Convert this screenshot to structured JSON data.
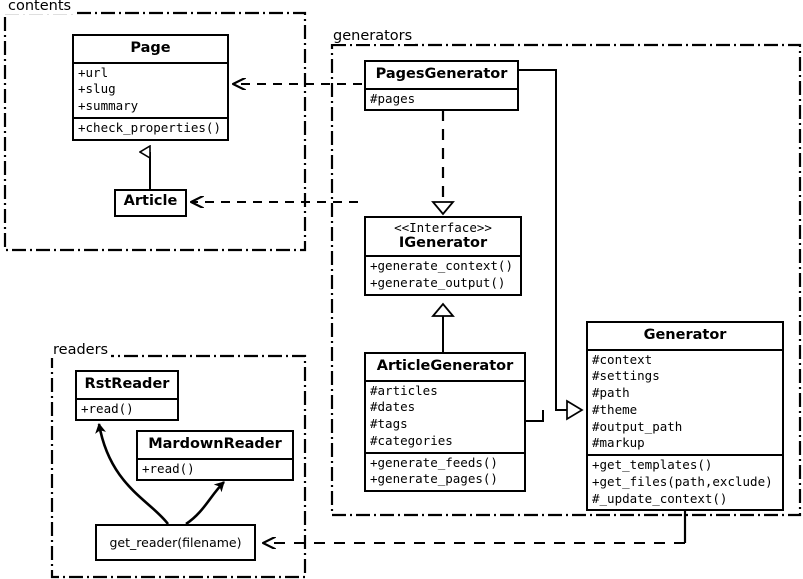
{
  "diagram": {
    "title": "Pelican architecture UML class diagram",
    "type": "uml-class-diagram",
    "stroke_color": "#000000",
    "background_color": "#ffffff"
  },
  "packages": [
    {
      "id": "contents",
      "label": "contents",
      "border_style": "dash-dot"
    },
    {
      "id": "generators",
      "label": "generators",
      "border_style": "dash-dot"
    },
    {
      "id": "readers",
      "label": "readers",
      "border_style": "dash-dot"
    }
  ],
  "classes": {
    "page": {
      "name": "Page",
      "stereotype": "",
      "attributes": [
        "+url",
        "+slug",
        "+summary"
      ],
      "methods": [
        "+check_properties()"
      ]
    },
    "article": {
      "name": "Article",
      "stereotype": "",
      "attributes": [],
      "methods": []
    },
    "pages_generator": {
      "name": "PagesGenerator",
      "stereotype": "",
      "attributes": [
        "#pages"
      ],
      "methods": []
    },
    "igenerator": {
      "name": "IGenerator",
      "stereotype": "<<Interface>>",
      "attributes": [],
      "methods": [
        "+generate_context()",
        "+generate_output()"
      ]
    },
    "article_generator": {
      "name": "ArticleGenerator",
      "stereotype": "",
      "attributes": [
        "#articles",
        "#dates",
        "#tags",
        "#categories"
      ],
      "methods": [
        "+generate_feeds()",
        "+generate_pages()"
      ]
    },
    "generator": {
      "name": "Generator",
      "stereotype": "",
      "attributes": [
        "#context",
        "#settings",
        "#path",
        "#theme",
        "#output_path",
        "#markup"
      ],
      "methods": [
        "+get_templates()",
        "+get_files(path,exclude)",
        "#_update_context()"
      ]
    },
    "rst_reader": {
      "name": "RstReader",
      "stereotype": "",
      "attributes": [],
      "methods": [
        "+read()"
      ]
    },
    "mardown_reader": {
      "name": "MardownReader",
      "stereotype": "",
      "attributes": [],
      "methods": [
        "+read()"
      ]
    },
    "get_reader": {
      "name": "get_reader(filename)",
      "stereotype": "",
      "attributes": [],
      "methods": []
    }
  },
  "relationships": [
    {
      "from": "PagesGenerator",
      "to": "Page",
      "type": "dependency",
      "line": "dashed",
      "arrow": "open"
    },
    {
      "from": "ArticleGenerator",
      "to": "Article",
      "type": "dependency",
      "line": "dashed",
      "arrow": "open"
    },
    {
      "from": "PagesGenerator",
      "to": "IGenerator",
      "type": "realization",
      "line": "dashed",
      "arrow": "hollow-triangle"
    },
    {
      "from": "ArticleGenerator",
      "to": "IGenerator",
      "type": "realization",
      "line": "solid",
      "arrow": "hollow-triangle"
    },
    {
      "from": "PagesGenerator",
      "to": "Generator",
      "type": "generalization",
      "line": "solid",
      "arrow": "hollow-triangle"
    },
    {
      "from": "ArticleGenerator",
      "to": "Generator",
      "type": "generalization",
      "line": "solid",
      "arrow": "hollow-triangle"
    },
    {
      "from": "Article",
      "to": "Page",
      "type": "generalization",
      "line": "solid",
      "arrow": "hollow-triangle"
    },
    {
      "from": "get_reader",
      "to": "RstReader",
      "type": "returns",
      "line": "curved-solid",
      "arrow": "filled"
    },
    {
      "from": "get_reader",
      "to": "MardownReader",
      "type": "returns",
      "line": "curved-solid",
      "arrow": "filled"
    },
    {
      "from": "Generator",
      "to": "get_reader",
      "type": "dependency",
      "line": "dashed",
      "arrow": "open"
    }
  ]
}
